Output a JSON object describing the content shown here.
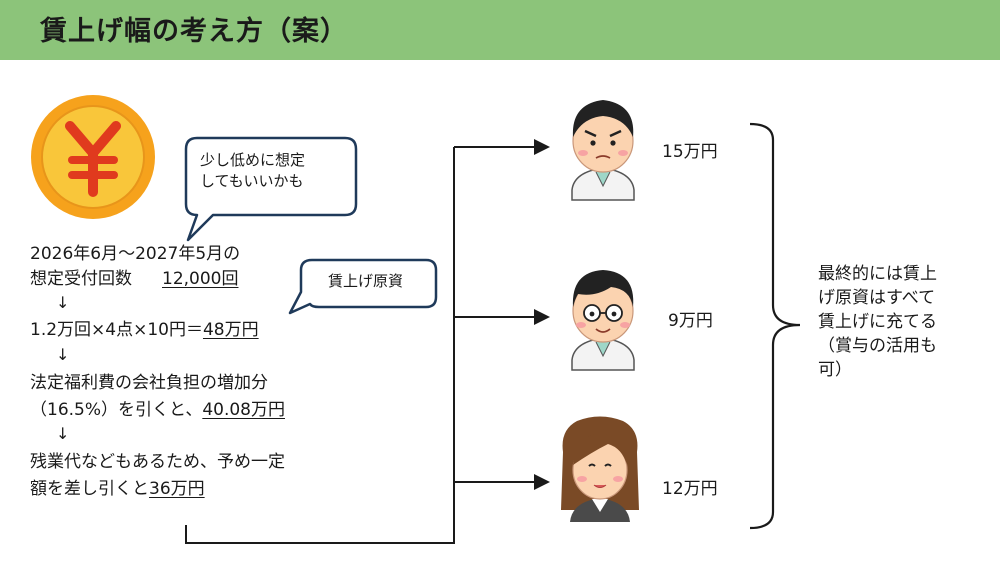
{
  "header": {
    "title": "賃上げ幅の考え方（案）"
  },
  "colors": {
    "header_bg": "#8cc47a",
    "bubble_border": "#1f3a5a",
    "connector": "#1a1a1a"
  },
  "bubbles": {
    "lower_estimate": [
      "少し低めに想定",
      "してもいいかも"
    ],
    "fund_source": "賃上げ原資"
  },
  "steps": {
    "step1_line1": "2026年6月～2027年5月の",
    "step1_line2_prefix": "想定受付回数",
    "step1_value": "12,000回",
    "arrow": "↓",
    "step2_prefix": "1.2万回×4点×10円＝",
    "step2_value": "48万円",
    "step3_line1": "法定福利費の会社負担の増加分",
    "step3_line2_prefix": "（16.5%）を引くと、",
    "step3_value": "40.08万円",
    "step4_line1": "残業代などもあるため、予め一定",
    "step4_line2_prefix": "額を差し引くと",
    "step4_value": "36万円"
  },
  "staff": [
    {
      "icon": "male-doctor-icon",
      "amount": "15万円"
    },
    {
      "icon": "male-doctor-glasses-icon",
      "amount": "9万円"
    },
    {
      "icon": "female-staff-icon",
      "amount": "12万円"
    }
  ],
  "conclusion": [
    "最終的には賃上",
    "げ原資はすべて",
    "賃上げに充てる",
    "（賞与の活用も",
    "可）"
  ]
}
